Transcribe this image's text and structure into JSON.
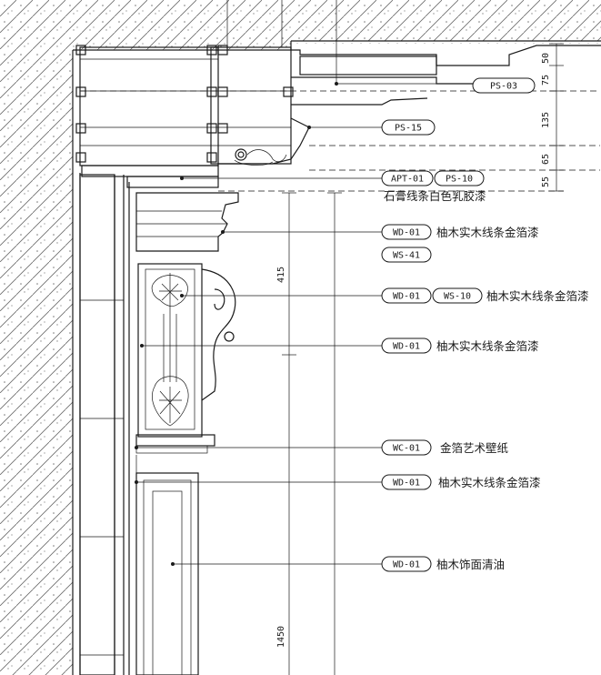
{
  "callouts": [
    {
      "codes": [
        "PS-03"
      ]
    },
    {
      "codes": [
        "PS-15"
      ]
    },
    {
      "codes": [
        "APT-01",
        "PS-10"
      ],
      "note": "石膏线条白色乳胶漆"
    },
    {
      "codes": [
        "WD-01"
      ],
      "note": "柚木实木线条金箔漆"
    },
    {
      "codes": [
        "WS-41"
      ]
    },
    {
      "codes": [
        "WD-01",
        "WS-10"
      ],
      "note": "柚木实木线条金箔漆"
    },
    {
      "codes": [
        "WD-01"
      ],
      "note": "柚木实木线条金箔漆"
    },
    {
      "codes": [
        "WC-01"
      ],
      "note": "金箔艺术壁纸"
    },
    {
      "codes": [
        "WD-01"
      ],
      "note": "柚木实木线条金箔漆"
    },
    {
      "codes": [
        "WD-01"
      ],
      "note": "柚木饰面清油"
    }
  ],
  "right_dimensions": [
    "50",
    "75",
    "135",
    "65",
    "55"
  ],
  "vertical_dimensions": [
    "415",
    "1450"
  ],
  "colors": {
    "line": "#1a1a1a",
    "hatch": "#6a6a6a",
    "background": "#ffffff"
  }
}
